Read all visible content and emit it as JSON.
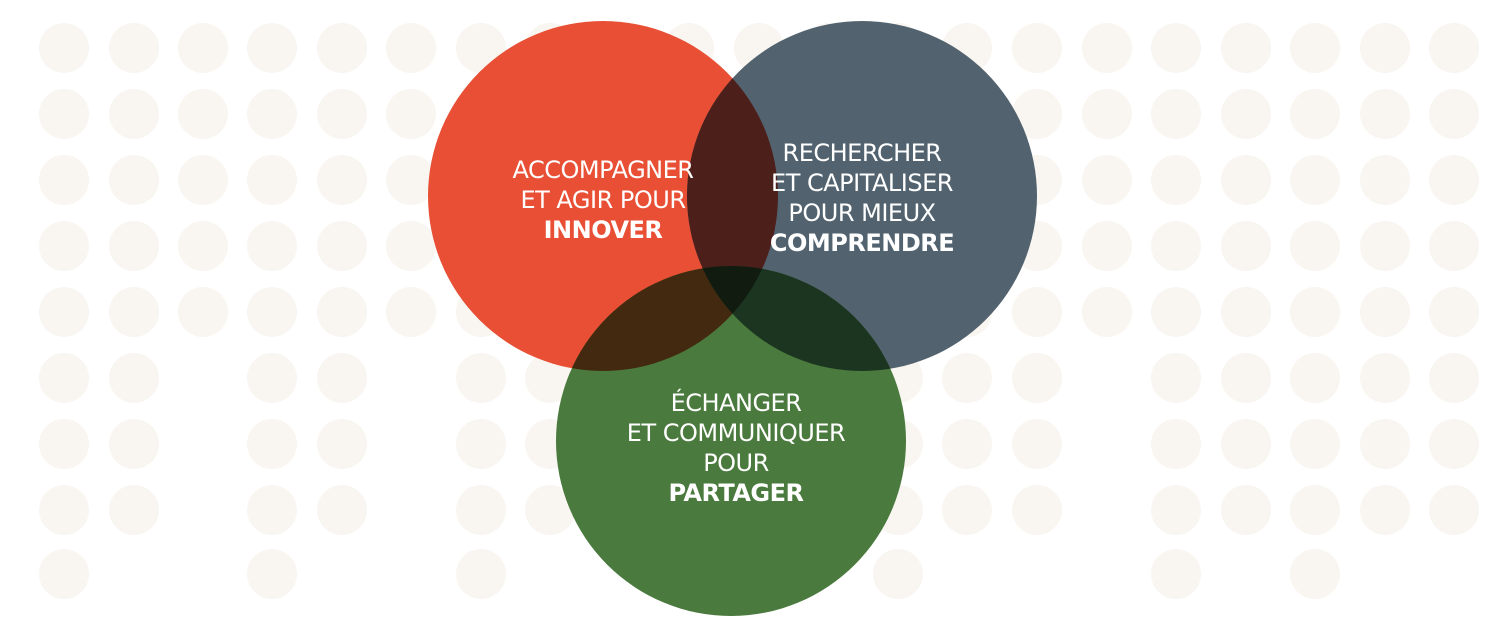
{
  "colors": {
    "background": "#ffffff",
    "dot": "#f9f6f1",
    "red": "#e84f34",
    "slate": "#52636f",
    "green": "#4a7a3d",
    "overlap_red_slate": "#4d1f1b",
    "overlap_red_green": "#43290f",
    "overlap_slate_green": "#1b3520",
    "overlap_center": "#111b10"
  },
  "circles": [
    {
      "id": "innover",
      "color_key": "red",
      "lines": [
        "ACCOMPAGNER",
        "ET AGIR POUR"
      ],
      "emphasis": "INNOVER"
    },
    {
      "id": "comprendre",
      "color_key": "slate",
      "lines": [
        "RECHERCHER",
        "ET CAPITALISER",
        "POUR MIEUX"
      ],
      "emphasis": "COMPRENDRE"
    },
    {
      "id": "partager",
      "color_key": "green",
      "lines": [
        "ÉCHANGER",
        "ET COMMUNIQUER",
        "POUR"
      ],
      "emphasis": "PARTAGER"
    }
  ]
}
